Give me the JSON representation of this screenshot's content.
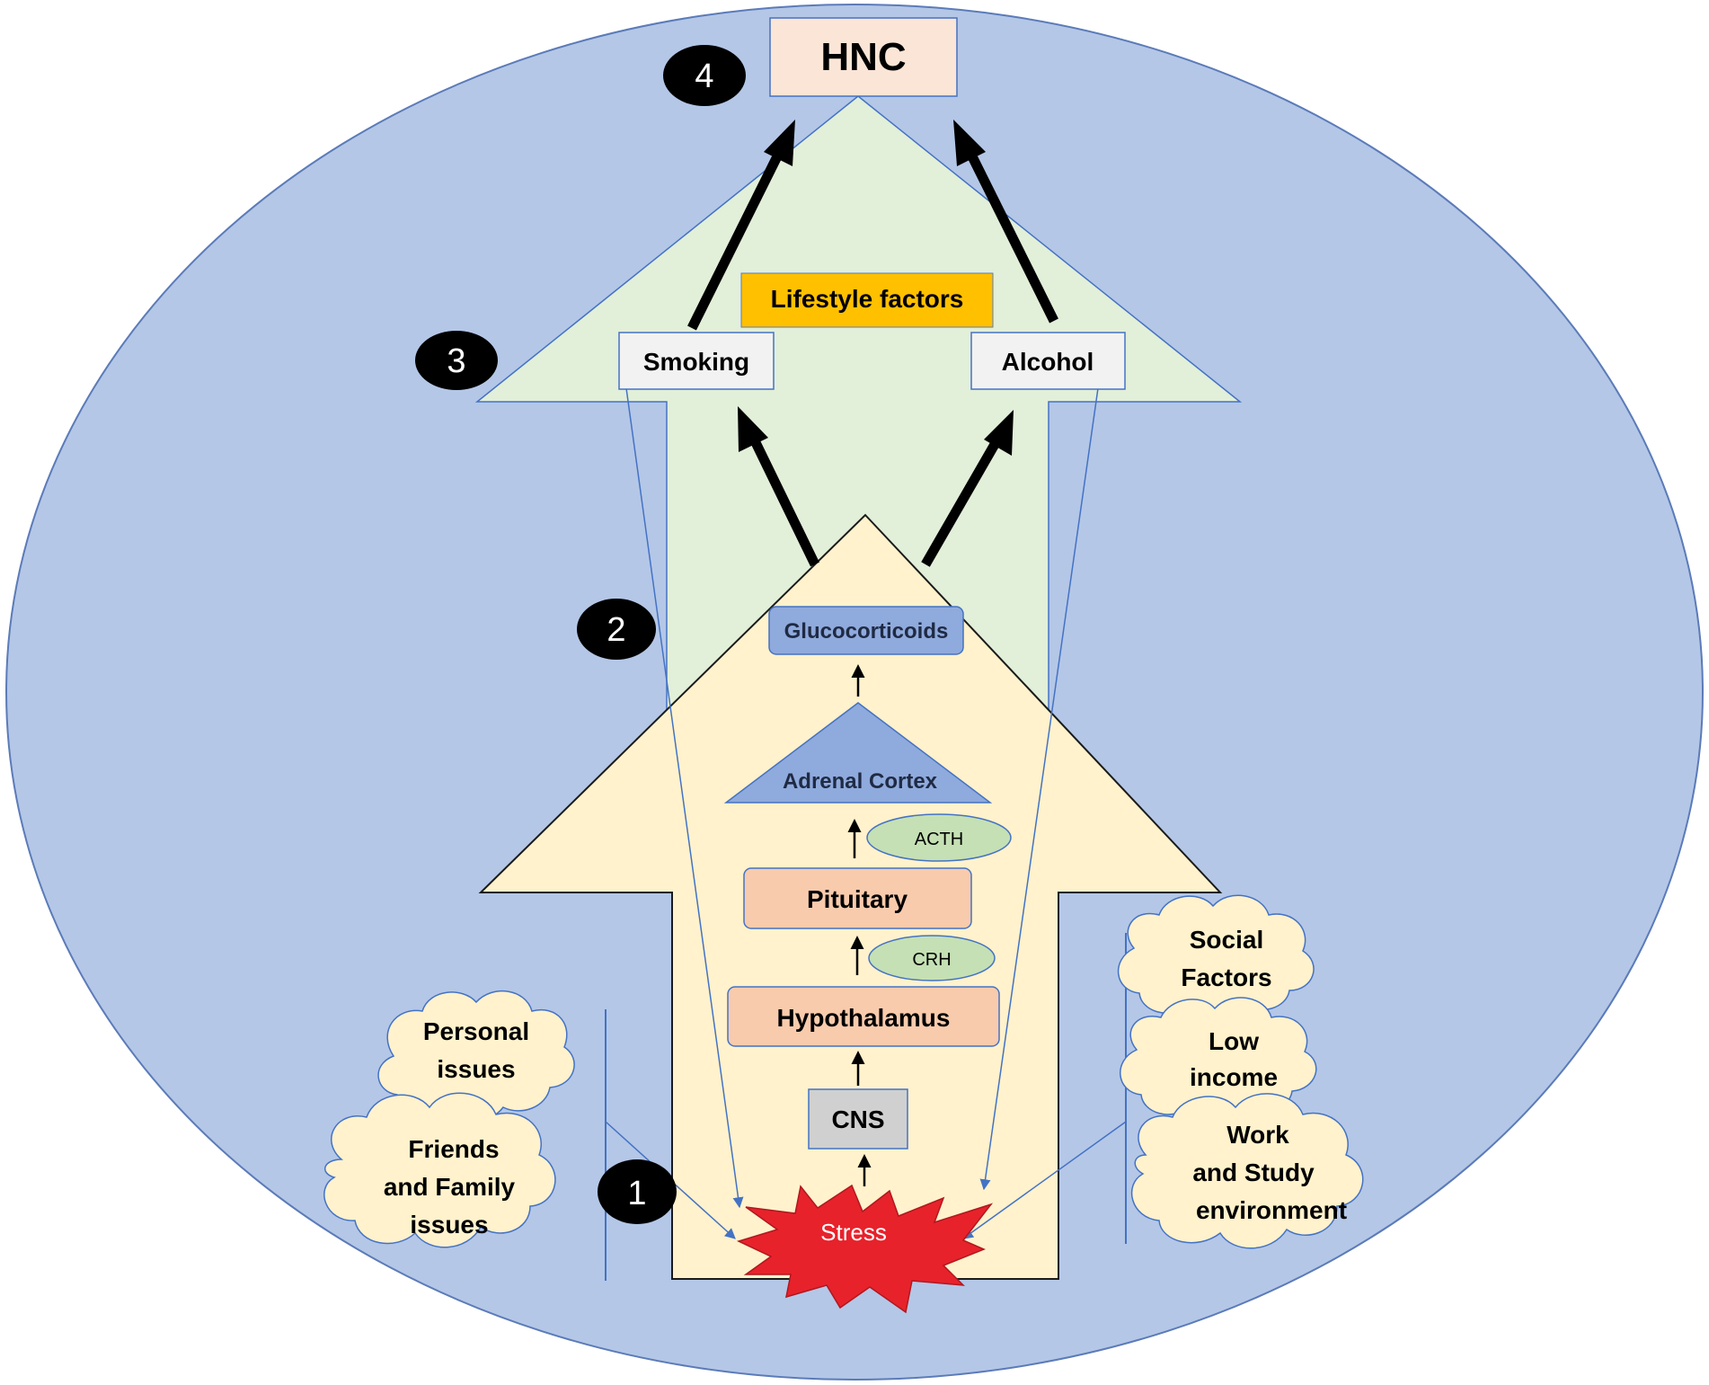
{
  "diagram": {
    "outcome": {
      "label": "HNC"
    },
    "steps": [
      {
        "number": "1"
      },
      {
        "number": "2"
      },
      {
        "number": "3"
      },
      {
        "number": "4"
      }
    ],
    "lifestyle": {
      "title": "Lifestyle factors",
      "smoking": "Smoking",
      "alcohol": "Alcohol"
    },
    "hpa_axis": {
      "glucocorticoids": "Glucocorticoids",
      "adrenal_cortex": "Adrenal Cortex",
      "acth": "ACTH",
      "pituitary": "Pituitary",
      "crh": "CRH",
      "hypothalamus": "Hypothalamus",
      "cns": "CNS",
      "stress": "Stress"
    },
    "left_factors": [
      {
        "line1": "Personal",
        "line2": "issues",
        "line3": ""
      },
      {
        "line1": "Friends",
        "line2": "and Family",
        "line3": "issues"
      }
    ],
    "right_factors": [
      {
        "line1": "Social",
        "line2": "Factors",
        "line3": ""
      },
      {
        "line1": "Low",
        "line2": "income",
        "line3": ""
      },
      {
        "line1": "Work",
        "line2": "and Study",
        "line3": "environment"
      }
    ],
    "colors": {
      "background_ellipse": "#b4c7e7",
      "lifestyle_arrow": "#e2efd9",
      "hpa_arrow": "#fff2cc",
      "outcome_box": "#fbe5d6",
      "lifestyle_label": "#ffc000",
      "organ_box": "#f8cbad",
      "hormone_ellipse": "#c5e0b4",
      "gland": "#8faadc",
      "stress_burst": "#e7222b",
      "cloud": "#fff2cc",
      "connector": "#4472c4"
    }
  }
}
